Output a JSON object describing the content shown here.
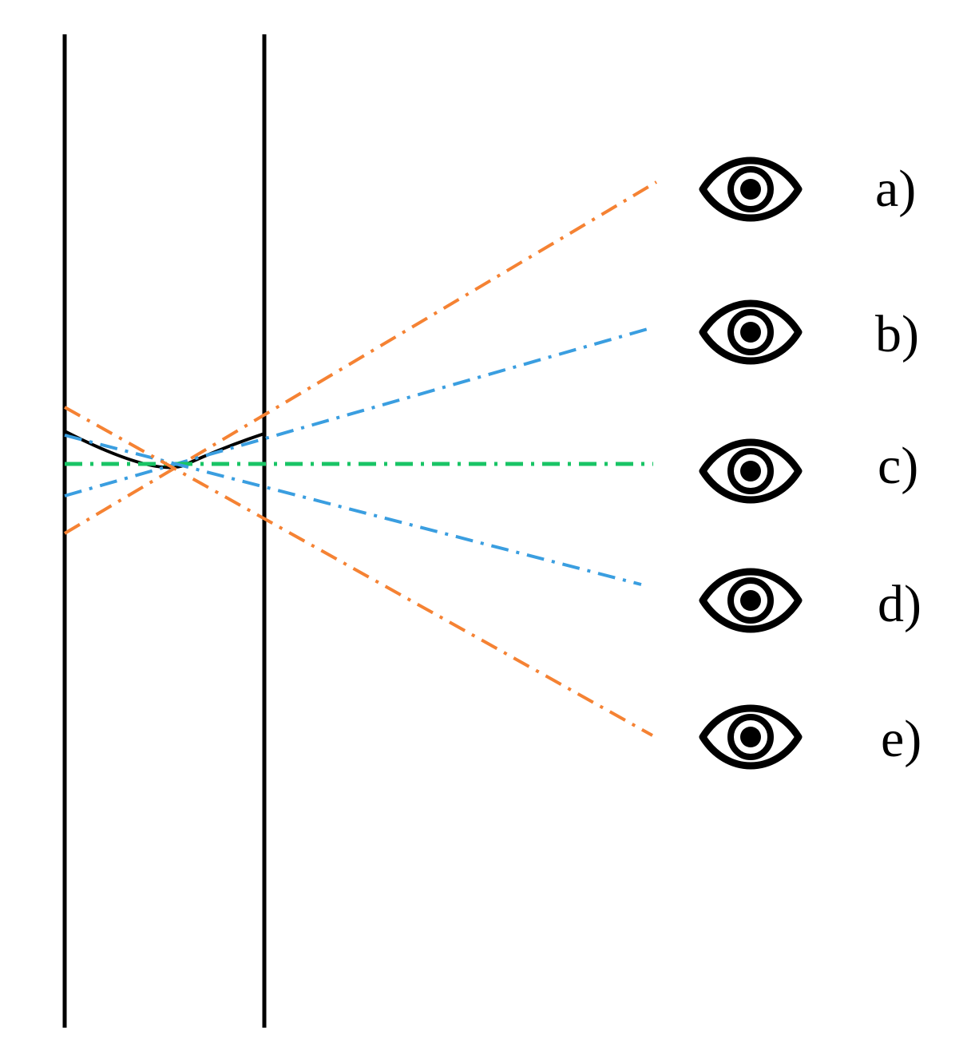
{
  "colors": {
    "tube_wall": "#000000",
    "meniscus": "#000000",
    "ray_outer": "#f58233",
    "ray_inner": "#3a9ee0",
    "ray_level": "#19c465",
    "eye": "#000000"
  },
  "icons": {
    "eye": "eye-icon"
  },
  "viewpoints": [
    {
      "label": "a)",
      "ray": "outer"
    },
    {
      "label": "b)",
      "ray": "inner"
    },
    {
      "label": "c)",
      "ray": "level"
    },
    {
      "label": "d)",
      "ray": "inner"
    },
    {
      "label": "e)",
      "ray": "outer"
    }
  ]
}
